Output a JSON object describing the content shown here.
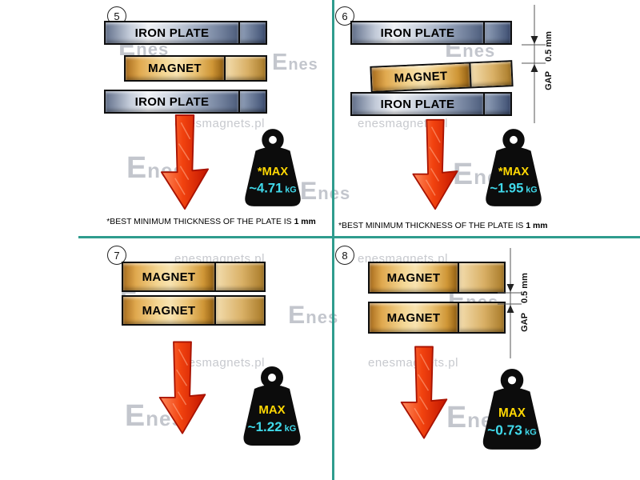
{
  "colors": {
    "divider_teal": "#2f9c8e",
    "max_yellow": "#ffd803",
    "value_cyan": "#40d9ea",
    "arrow_red": "#f2430f"
  },
  "watermark": {
    "site": "enesmagnets.pl",
    "logo": "Enes"
  },
  "panel5": {
    "number": "5",
    "iron_plate_top": "IRON PLATE",
    "magnet": "MAGNET",
    "iron_plate_bottom": "IRON PLATE",
    "weight": {
      "label": "*MAX",
      "value": "~4.71",
      "unit": "kG"
    },
    "footnote_text": "*BEST MINIMUM THICKNESS OF THE PLATE IS",
    "footnote_bold": "1 mm"
  },
  "panel6": {
    "number": "6",
    "iron_plate_top": "IRON PLATE",
    "magnet": "MAGNET",
    "iron_plate_bottom": "IRON PLATE",
    "gap": {
      "word": "GAP",
      "value": "0.5 mm"
    },
    "weight": {
      "label": "*MAX",
      "value": "~1.95",
      "unit": "kG"
    },
    "footnote_text": "*BEST MINIMUM THICKNESS OF THE PLATE IS",
    "footnote_bold": "1 mm"
  },
  "panel7": {
    "number": "7",
    "magnet_top": "MAGNET",
    "magnet_bottom": "MAGNET",
    "weight": {
      "label": "MAX",
      "value": "~1.22",
      "unit": "kG"
    }
  },
  "panel8": {
    "number": "8",
    "magnet_top": "MAGNET",
    "magnet_bottom": "MAGNET",
    "gap": {
      "word": "GAP",
      "value": "0.5 mm"
    },
    "weight": {
      "label": "MAX",
      "value": "~0.73",
      "unit": "kG"
    }
  }
}
